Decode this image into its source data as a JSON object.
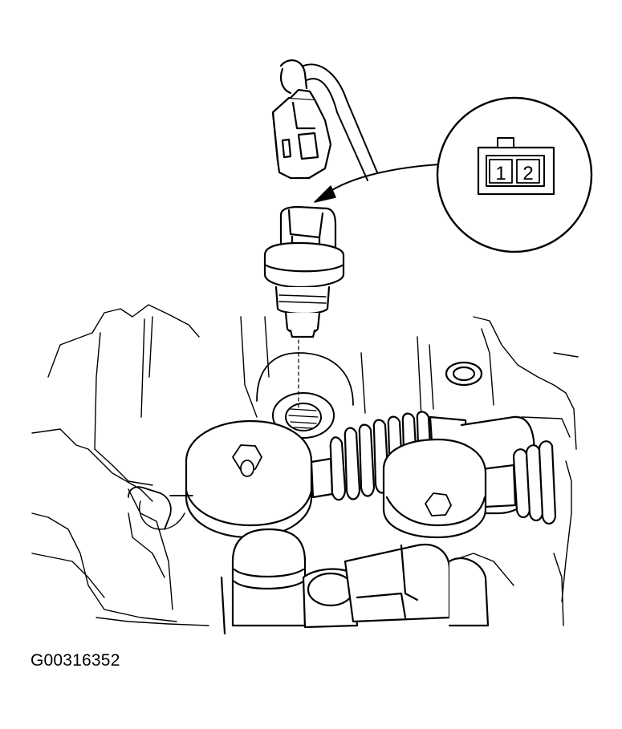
{
  "figure": {
    "caption": "G00316352",
    "connector_terminals": [
      "1",
      "2"
    ]
  },
  "colors": {
    "line": "#000000",
    "background": "#ffffff"
  }
}
